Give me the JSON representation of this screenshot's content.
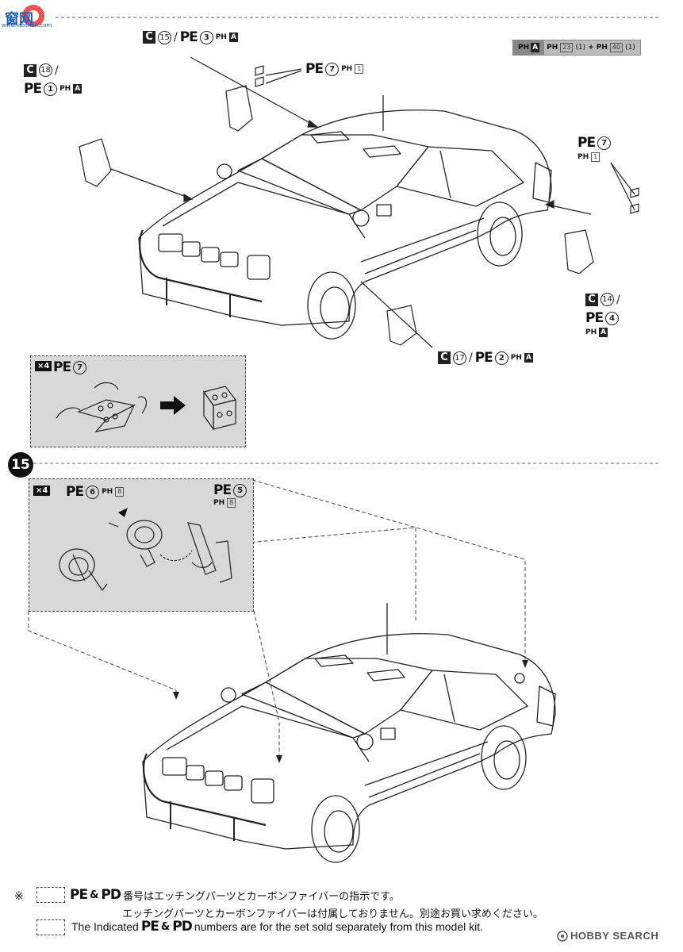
{
  "watermark": {
    "logo_text": "窗网",
    "sub_text": "www.laoshan.com"
  },
  "legend_top": {
    "left": "PH",
    "left_box": "A",
    "right_a": "PH",
    "right_a_box": "23",
    "right_a_qty": "(1)",
    "plus": "+",
    "right_b": "PH",
    "right_b_box": "40",
    "right_b_qty": "(1)"
  },
  "callouts": {
    "c15": {
      "c": "C",
      "c_num": "15",
      "slash": "/",
      "pe": "PE",
      "pe_num": "3",
      "ph": "PH",
      "ph_box": "A"
    },
    "c18": {
      "c": "C",
      "c_num": "18",
      "slash": "/",
      "pe": "PE",
      "pe_num": "1",
      "ph": "PH",
      "ph_box": "A"
    },
    "pe7_top": {
      "pe": "PE",
      "pe_num": "7",
      "ph": "PH",
      "ph_box": "1"
    },
    "pe7_right": {
      "pe": "PE",
      "pe_num": "7",
      "ph": "PH",
      "ph_box": "1"
    },
    "c14": {
      "c": "C",
      "c_num": "14",
      "slash": "/",
      "pe": "PE",
      "pe_num": "4",
      "ph": "PH",
      "ph_box": "A"
    },
    "c17": {
      "c": "C",
      "c_num": "17",
      "slash": "/",
      "pe": "PE",
      "pe_num": "2",
      "ph": "PH",
      "ph_box": "A"
    }
  },
  "inset1": {
    "qty": "×4",
    "pe": "PE",
    "pe_num": "7"
  },
  "step": {
    "number": "15"
  },
  "inset2": {
    "qty": "×4",
    "pe6": {
      "pe": "PE",
      "pe_num": "6",
      "ph": "PH",
      "ph_box": "8"
    },
    "pe5": {
      "pe": "PE",
      "pe_num": "5",
      "ph": "PH",
      "ph_box": "8"
    }
  },
  "footnote": {
    "mark": "※",
    "pe": "PE",
    "amp": "&",
    "pd": "PD",
    "jp_line1": "番号はエッチングパーツとカーボンファイバーの指示です。",
    "jp_line2": "エッチングパーツとカーボンファイバーは付属しておりません。別途お買い求めください。",
    "en_prefix": "The Indicated",
    "en_suffix": "numbers are for the set sold separately from this model kit."
  },
  "brand": {
    "text": "HOBBY SEARCH"
  }
}
